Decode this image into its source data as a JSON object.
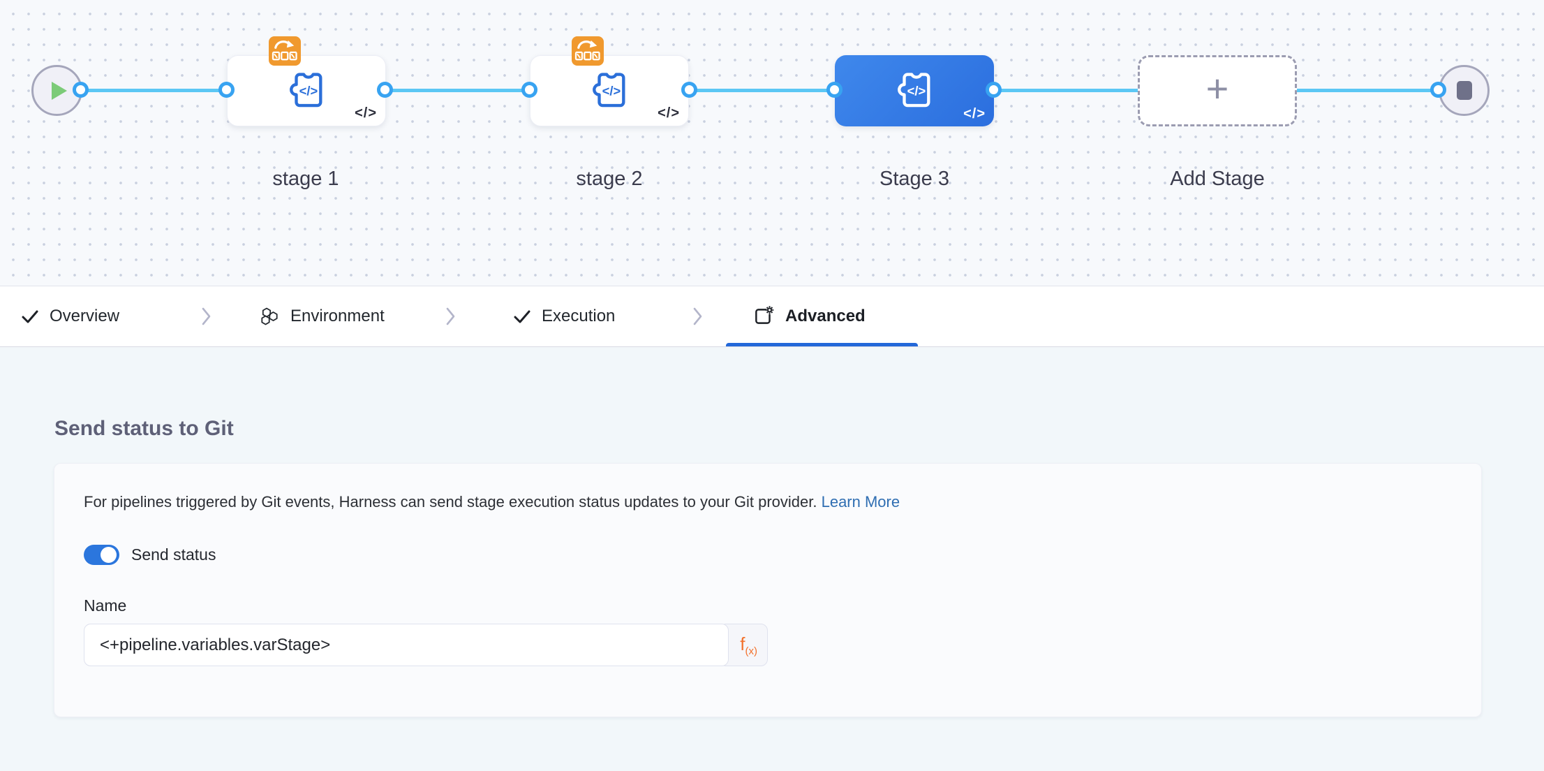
{
  "canvas": {
    "stages": [
      {
        "label": "stage 1",
        "selected": false,
        "badge": true
      },
      {
        "label": "stage 2",
        "selected": false,
        "badge": true
      },
      {
        "label": "Stage 3",
        "selected": true,
        "badge": false
      }
    ],
    "add_stage_label": "Add Stage",
    "code_glyph": "</>",
    "icons": {
      "start": "play",
      "end": "stop",
      "plus_glyph": "+"
    }
  },
  "tabs": {
    "items": [
      {
        "label": "Overview",
        "icon": "check-icon",
        "active": false
      },
      {
        "label": "Environment",
        "icon": "environment-icon",
        "active": false
      },
      {
        "label": "Execution",
        "icon": "check-icon",
        "active": false
      },
      {
        "label": "Advanced",
        "icon": "advanced-icon",
        "active": true
      }
    ]
  },
  "advanced_panel": {
    "heading": "Send status to Git",
    "description": "For pipelines triggered by Git events, Harness can send stage execution status updates to your Git provider.",
    "learn_more_label": "Learn More",
    "send_status_label": "Send status",
    "toggle_state": "on",
    "name_label": "Name",
    "name_value": "<+pipeline.variables.varStage>",
    "expression_button_f": "f",
    "expression_button_sub": "(x)"
  },
  "colors": {
    "connector_blue": "#5cc7f4",
    "port_ring_blue": "#38a3f1",
    "selected_stage_blue": "#2f7ce6",
    "stage_icon_blue": "#2b6fd9",
    "badge_orange": "#f0992e",
    "expression_orange": "#f2712c",
    "link_blue": "#2f6eb2",
    "tab_underline_blue": "#2368d9",
    "toggle_blue": "#2b76dd",
    "play_green": "#7ccb78"
  }
}
